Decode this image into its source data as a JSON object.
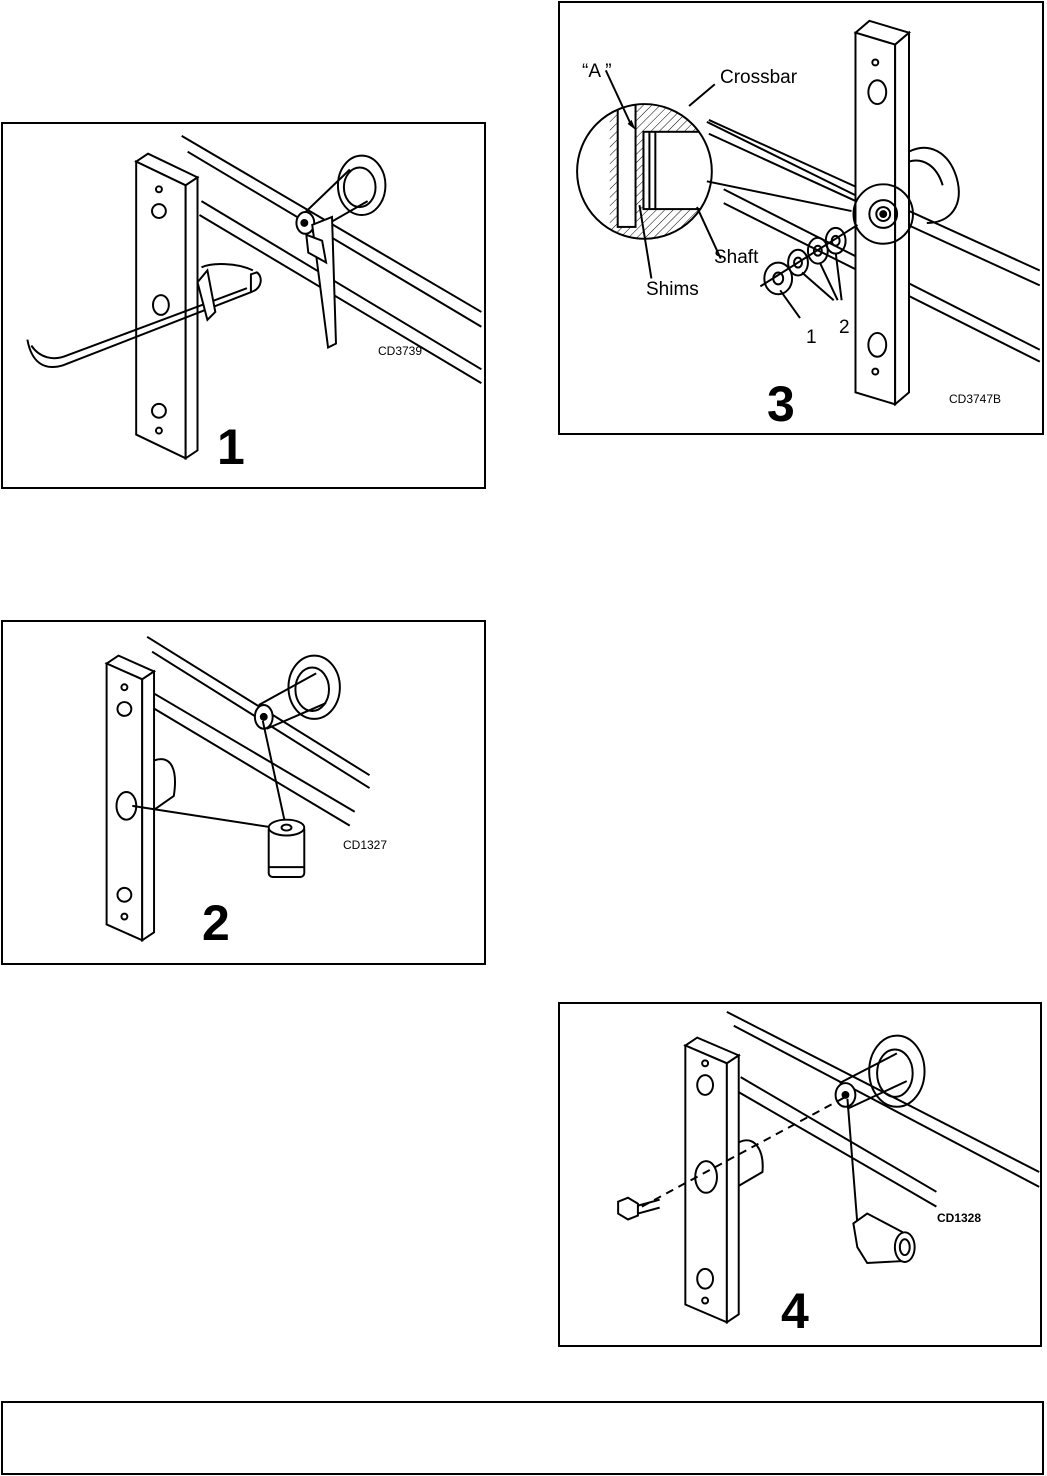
{
  "figures": {
    "fig1": {
      "number": "1",
      "code": "CD3739"
    },
    "fig2": {
      "number": "2",
      "code": "CD1327"
    },
    "fig3": {
      "number": "3",
      "code": "CD3747B",
      "labels": {
        "detail": "“A  ”",
        "crossbar": "Crossbar",
        "shaft": "Shaft",
        "shims": "Shims"
      },
      "callouts": {
        "c1": "1",
        "c2": "2"
      }
    },
    "fig4": {
      "number": "4",
      "code": "CD1328"
    }
  },
  "footer": {
    "text": ""
  }
}
